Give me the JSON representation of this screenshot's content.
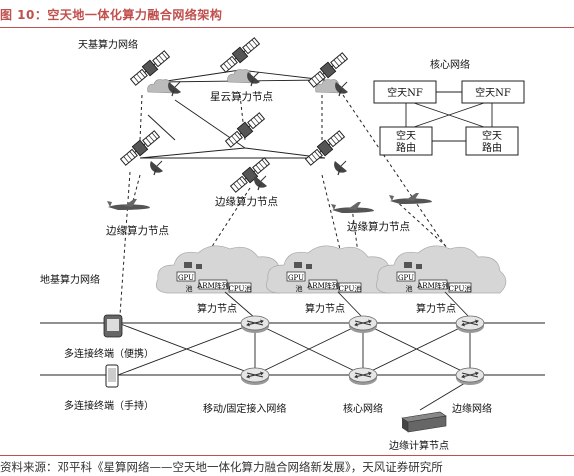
{
  "figure": {
    "title": "图 10：空天地一体化算力融合网络架构",
    "source": "资料来源：邓平科《星算网络——空天地一体化算力融合网络新发展》，天风证券研究所"
  },
  "labels": {
    "space_network": "天基算力网络",
    "star_cloud_node": "星云算力节点",
    "edge_compute_node": "边缘算力节点",
    "edge_compute_node_air_left": "边缘算力节点",
    "edge_compute_node_air_right": "边缘算力节点",
    "ground_network": "地基算力网络",
    "compute_node_1": "算力节点",
    "compute_node_2": "算力节点",
    "compute_node_3": "算力节点",
    "terminal_portable": "多连接终端（便携）",
    "terminal_handheld": "多连接终端（手持）",
    "access_network": "移动/固定接入网络",
    "core_network": "核心网络",
    "edge_network": "边缘网络",
    "edge_compute_site": "边缘计算节点"
  },
  "core_box": {
    "title": "核心网络",
    "nf_left": "空天NF",
    "nf_right": "空天NF",
    "router_left_line1": "空天",
    "router_left_line2": "路由",
    "router_right_line1": "空天",
    "router_right_line2": "路由"
  },
  "chips": {
    "gpu": "GPU",
    "arm": "ARM阵列",
    "cpu": "CPU池",
    "chi": "池"
  }
}
